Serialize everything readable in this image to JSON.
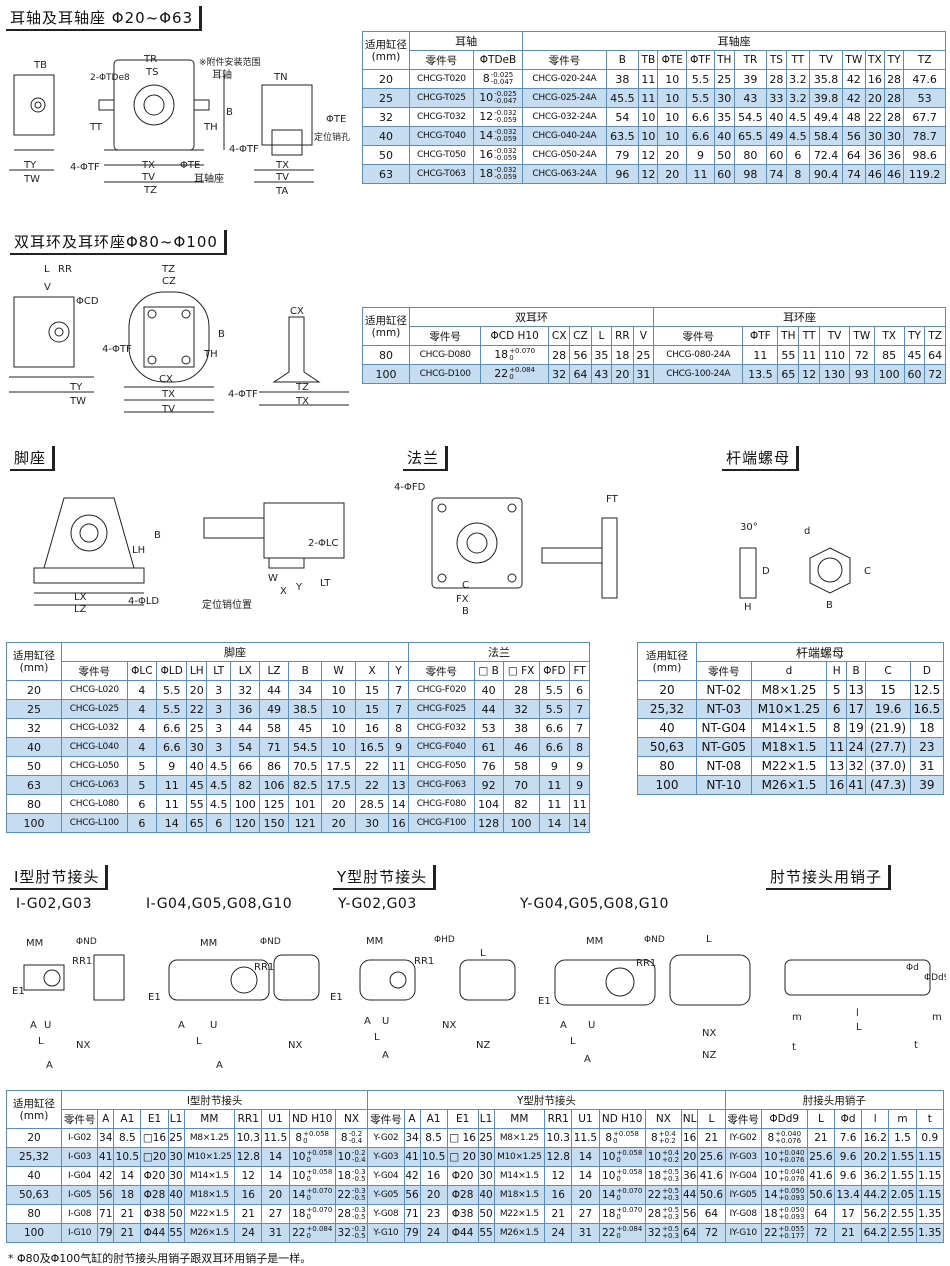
{
  "titles": {
    "s1": "耳轴及耳轴座 Φ20~Φ63",
    "s2": "双耳环及耳环座Φ80~Φ100",
    "s3": "脚座",
    "s4": "法兰",
    "s5": "杆端螺母",
    "s6": "I型肘节接头",
    "s7": "Y型肘节接头",
    "s8": "肘节接头用销子"
  },
  "subtitles": {
    "ig1": "I-G02,G03",
    "ig2": "I-G04,G05,G08,G10",
    "yg1": "Y-G02,G03",
    "yg2": "Y-G04,G05,G08,G10"
  },
  "diagram_labels": {
    "d1": [
      "TB",
      "TR",
      "TS",
      "※附件安装范围",
      "耳轴",
      "TN",
      "2-ΦTDe8",
      "B",
      "TH",
      "TT",
      "ΦTE",
      "TY",
      "TW",
      "4-ΦTF",
      "TX",
      "TV",
      "TZ",
      "ΦTE",
      "耳轴座",
      "4-ΦTF",
      "TX",
      "TV",
      "TA",
      "定位销孔"
    ],
    "d2": [
      "L",
      "RR",
      "V",
      "ΦCD",
      "TZ",
      "CZ",
      "4-ΦTF",
      "TH",
      "B",
      "CX",
      "TY",
      "TW",
      "CX",
      "TX",
      "TV",
      "4-ΦTF",
      "TZ",
      "TX"
    ],
    "d3": [
      "B",
      "LH",
      "LX",
      "LZ",
      "4-ΦLD",
      "2-ΦLC",
      "W",
      "X",
      "Y",
      "LT",
      "定位销位置"
    ],
    "d4": [
      "4-ΦFD",
      "FT",
      "C",
      "FX",
      "B"
    ],
    "d5": [
      "30°",
      "d",
      "D",
      "C",
      "H",
      "B"
    ],
    "d6": [
      "MM",
      "ΦND",
      "RR1",
      "E1",
      "A",
      "U",
      "L",
      "A",
      "NX",
      "MM",
      "ΦND",
      "RR1",
      "E1",
      "A",
      "U",
      "L",
      "A",
      "NX"
    ],
    "d7": [
      "MM",
      "ΦHD",
      "L",
      "RR1",
      "E1",
      "A",
      "U",
      "L",
      "A",
      "NX",
      "NZ",
      "MM",
      "ΦND",
      "RR1",
      "E1",
      "A",
      "U",
      "L",
      "A",
      "NX",
      "NZ",
      "L",
      "l",
      "L",
      "m",
      "m",
      "t",
      "t",
      "Φd",
      "ΦDd9"
    ]
  },
  "t1": {
    "corner": "适用缸径\n(mm)",
    "group1": "耳轴",
    "group2": "耳轴座",
    "cols": [
      "零件号",
      "ΦTDeB",
      "零件号",
      "B",
      "TB",
      "ΦTE",
      "ΦTF",
      "TH",
      "TR",
      "TS",
      "TT",
      "TV",
      "TW",
      "TX",
      "TY",
      "TZ"
    ],
    "rows": [
      {
        "bore": "20",
        "pn": "CHCG-T020",
        "td": "8",
        "tol": [
          "-0.025",
          "-0.047"
        ],
        "pn2": "CHCG-020-24A",
        "v": [
          "38",
          "11",
          "10",
          "5.5",
          "25",
          "39",
          "28",
          "3.2",
          "35.8",
          "42",
          "16",
          "28",
          "47.6"
        ]
      },
      {
        "bore": "25",
        "pn": "CHCG-T025",
        "td": "10",
        "tol": [
          "-0.025",
          "-0.047"
        ],
        "pn2": "CHCG-025-24A",
        "v": [
          "45.5",
          "11",
          "10",
          "5.5",
          "30",
          "43",
          "33",
          "3.2",
          "39.8",
          "42",
          "20",
          "28",
          "53"
        ]
      },
      {
        "bore": "32",
        "pn": "CHCG-T032",
        "td": "12",
        "tol": [
          "-0.032",
          "-0.059"
        ],
        "pn2": "CHCG-032-24A",
        "v": [
          "54",
          "10",
          "10",
          "6.6",
          "35",
          "54.5",
          "40",
          "4.5",
          "49.4",
          "48",
          "22",
          "28",
          "67.7"
        ]
      },
      {
        "bore": "40",
        "pn": "CHCG-T040",
        "td": "14",
        "tol": [
          "-0.032",
          "-0.059"
        ],
        "pn2": "CHCG-040-24A",
        "v": [
          "63.5",
          "10",
          "10",
          "6.6",
          "40",
          "65.5",
          "49",
          "4.5",
          "58.4",
          "56",
          "30",
          "30",
          "78.7"
        ]
      },
      {
        "bore": "50",
        "pn": "CHCG-T050",
        "td": "16",
        "tol": [
          "-0.032",
          "-0.059"
        ],
        "pn2": "CHCG-050-24A",
        "v": [
          "79",
          "12",
          "20",
          "9",
          "50",
          "80",
          "60",
          "6",
          "72.4",
          "64",
          "36",
          "36",
          "98.6"
        ]
      },
      {
        "bore": "63",
        "pn": "CHCG-T063",
        "td": "18",
        "tol": [
          "-0.032",
          "-0.059"
        ],
        "pn2": "CHCG-063-24A",
        "v": [
          "96",
          "12",
          "20",
          "11",
          "60",
          "98",
          "74",
          "8",
          "90.4",
          "74",
          "46",
          "46",
          "119.2"
        ]
      }
    ]
  },
  "t2": {
    "corner": "适用缸径\n(mm)",
    "group1": "双耳环",
    "group2": "耳环座",
    "cols": [
      "零件号",
      "ΦCD H10",
      "CX",
      "CZ",
      "L",
      "RR",
      "V",
      "零件号",
      "ΦTF",
      "TH",
      "TT",
      "TV",
      "TW",
      "TX",
      "TY",
      "TZ"
    ],
    "rows": [
      {
        "bore": "80",
        "pn": "CHCG-D080",
        "cd": "18",
        "tol": [
          "+0.070",
          "0"
        ],
        "v1": [
          "28",
          "56",
          "35",
          "18",
          "25"
        ],
        "pn2": "CHCG-080-24A",
        "v2": [
          "11",
          "55",
          "11",
          "110",
          "72",
          "85",
          "45",
          "64"
        ]
      },
      {
        "bore": "100",
        "pn": "CHCG-D100",
        "cd": "22",
        "tol": [
          "+0.084",
          "0"
        ],
        "v1": [
          "32",
          "64",
          "43",
          "20",
          "31"
        ],
        "pn2": "CHCG-100-24A",
        "v2": [
          "13.5",
          "65",
          "12",
          "130",
          "93",
          "100",
          "60",
          "72"
        ]
      }
    ]
  },
  "t3": {
    "corner": "适用缸径\n(mm)",
    "group1": "脚座",
    "group2": "法兰",
    "cols": [
      "零件号",
      "ΦLC",
      "ΦLD",
      "LH",
      "LT",
      "LX",
      "LZ",
      "B",
      "W",
      "X",
      "Y",
      "零件号",
      "□ B",
      "□ FX",
      "ΦFD",
      "FT"
    ],
    "rows": [
      [
        "20",
        "CHCG-L020",
        "4",
        "5.5",
        "20",
        "3",
        "32",
        "44",
        "34",
        "10",
        "15",
        "7",
        "CHCG-F020",
        "40",
        "28",
        "5.5",
        "6"
      ],
      [
        "25",
        "CHCG-L025",
        "4",
        "5.5",
        "22",
        "3",
        "36",
        "49",
        "38.5",
        "10",
        "15",
        "7",
        "CHCG-F025",
        "44",
        "32",
        "5.5",
        "7"
      ],
      [
        "32",
        "CHCG-L032",
        "4",
        "6.6",
        "25",
        "3",
        "44",
        "58",
        "45",
        "10",
        "16",
        "8",
        "CHCG-F032",
        "53",
        "38",
        "6.6",
        "7"
      ],
      [
        "40",
        "CHCG-L040",
        "4",
        "6.6",
        "30",
        "3",
        "54",
        "71",
        "54.5",
        "10",
        "16.5",
        "9",
        "CHCG-F040",
        "61",
        "46",
        "6.6",
        "8"
      ],
      [
        "50",
        "CHCG-L050",
        "5",
        "9",
        "40",
        "4.5",
        "66",
        "86",
        "70.5",
        "17.5",
        "22",
        "11",
        "CHCG-F050",
        "76",
        "58",
        "9",
        "9"
      ],
      [
        "63",
        "CHCG-L063",
        "5",
        "11",
        "45",
        "4.5",
        "82",
        "106",
        "82.5",
        "17.5",
        "22",
        "13",
        "CHCG-F063",
        "92",
        "70",
        "11",
        "9"
      ],
      [
        "80",
        "CHCG-L080",
        "6",
        "11",
        "55",
        "4.5",
        "100",
        "125",
        "101",
        "20",
        "28.5",
        "14",
        "CHCG-F080",
        "104",
        "82",
        "11",
        "11"
      ],
      [
        "100",
        "CHCG-L100",
        "6",
        "14",
        "65",
        "6",
        "120",
        "150",
        "121",
        "20",
        "30",
        "16",
        "CHCG-F100",
        "128",
        "100",
        "14",
        "14"
      ]
    ]
  },
  "t4": {
    "corner": "适用缸径\n(mm)",
    "group1": "杆端螺母",
    "cols": [
      "零件号",
      "d",
      "H",
      "B",
      "C",
      "D"
    ],
    "rows": [
      [
        "20",
        "NT-02",
        "M8×1.25",
        "5",
        "13",
        "15",
        "12.5"
      ],
      [
        "25,32",
        "NT-03",
        "M10×1.25",
        "6",
        "17",
        "19.6",
        "16.5"
      ],
      [
        "40",
        "NT-G04",
        "M14×1.5",
        "8",
        "19",
        "(21.9)",
        "18"
      ],
      [
        "50,63",
        "NT-G05",
        "M18×1.5",
        "11",
        "24",
        "(27.7)",
        "23"
      ],
      [
        "80",
        "NT-08",
        "M22×1.5",
        "13",
        "32",
        "(37.0)",
        "31"
      ],
      [
        "100",
        "NT-10",
        "M26×1.5",
        "16",
        "41",
        "(47.3)",
        "39"
      ]
    ]
  },
  "t5": {
    "corner": "适用缸径\n(mm)",
    "group1": "I型肘节接头",
    "group2": "Y型肘节接头",
    "group3": "肘接头用销子",
    "cols": [
      "零件号",
      "A",
      "A1",
      "E1",
      "L1",
      "MM",
      "RR1",
      "U1",
      "ND H10",
      "NX",
      "零件号",
      "A",
      "A1",
      "E1",
      "L1",
      "MM",
      "RR1",
      "U1",
      "ND H10",
      "NX",
      "NL",
      "L",
      "零件号",
      "ΦDd9",
      "L",
      "Φd",
      "l",
      "m",
      "t"
    ],
    "rows": [
      {
        "bore": "20",
        "i": [
          "I-G02",
          "34",
          "8.5",
          "□16",
          "25",
          "M8×1.25",
          "10.3",
          "11.5"
        ],
        "ind": "8",
        "indt": [
          "+0.058",
          "0"
        ],
        "inx": "8",
        "inxt": [
          "-0.2",
          "-0.4"
        ],
        "y": [
          "Y-G02",
          "34",
          "8.5",
          "□ 16",
          "25",
          "M8×1.25",
          "10.3",
          "11.5"
        ],
        "ynd": "8",
        "yndt": [
          "+0.058",
          "0"
        ],
        "ynx": "8",
        "ynxt": [
          "+0.4",
          "+0.2"
        ],
        "yr": [
          "16",
          "21"
        ],
        "p": "IY-G02",
        "pd": "8",
        "pdt": [
          "+0.040",
          "+0.076"
        ],
        "pr": [
          "21",
          "7.6",
          "16.2",
          "1.5",
          "0.9"
        ]
      },
      {
        "bore": "25,32",
        "i": [
          "I-G03",
          "41",
          "10.5",
          "□20",
          "30",
          "M10×1.25",
          "12.8",
          "14"
        ],
        "ind": "10",
        "indt": [
          "+0.058",
          "0"
        ],
        "inx": "10",
        "inxt": [
          "-0.2",
          "-0.4"
        ],
        "y": [
          "Y-G03",
          "41",
          "10.5",
          "□ 20",
          "30",
          "M10×1.25",
          "12.8",
          "14"
        ],
        "ynd": "10",
        "yndt": [
          "+0.058",
          "0"
        ],
        "ynx": "10",
        "ynxt": [
          "+0.4",
          "+0.2"
        ],
        "yr": [
          "20",
          "25.6"
        ],
        "p": "IY-G03",
        "pd": "10",
        "pdt": [
          "+0.040",
          "+0.076"
        ],
        "pr": [
          "25.6",
          "9.6",
          "20.2",
          "1.55",
          "1.15"
        ]
      },
      {
        "bore": "40",
        "i": [
          "I-G04",
          "42",
          "14",
          "Φ20",
          "30",
          "M14×1.5",
          "12",
          "14"
        ],
        "ind": "10",
        "indt": [
          "+0.058",
          "0"
        ],
        "inx": "18",
        "inxt": [
          "-0.3",
          "-0.5"
        ],
        "y": [
          "Y-G04",
          "42",
          "16",
          "Φ20",
          "30",
          "M14×1.5",
          "12",
          "14"
        ],
        "ynd": "10",
        "yndt": [
          "+0.058",
          "0"
        ],
        "ynx": "18",
        "ynxt": [
          "+0.5",
          "+0.3"
        ],
        "yr": [
          "36",
          "41.6"
        ],
        "p": "IY-G04",
        "pd": "10",
        "pdt": [
          "+0.040",
          "+0.076"
        ],
        "pr": [
          "41.6",
          "9.6",
          "36.2",
          "1.55",
          "1.15"
        ]
      },
      {
        "bore": "50,63",
        "i": [
          "I-G05",
          "56",
          "18",
          "Φ28",
          "40",
          "M18×1.5",
          "16",
          "20"
        ],
        "ind": "14",
        "indt": [
          "+0.070",
          "0"
        ],
        "inx": "22",
        "inxt": [
          "-0.3",
          "-0.5"
        ],
        "y": [
          "Y-G05",
          "56",
          "20",
          "Φ28",
          "40",
          "M18×1.5",
          "16",
          "20"
        ],
        "ynd": "14",
        "yndt": [
          "+0.070",
          "0"
        ],
        "ynx": "22",
        "ynxt": [
          "+0.5",
          "+0.3"
        ],
        "yr": [
          "44",
          "50.6"
        ],
        "p": "IY-G05",
        "pd": "14",
        "pdt": [
          "+0.050",
          "+0.093"
        ],
        "pr": [
          "50.6",
          "13.4",
          "44.2",
          "2.05",
          "1.15"
        ]
      },
      {
        "bore": "80",
        "i": [
          "I-G08",
          "71",
          "21",
          "Φ38",
          "50",
          "M22×1.5",
          "21",
          "27"
        ],
        "ind": "18",
        "indt": [
          "+0.070",
          "0"
        ],
        "inx": "28",
        "inxt": [
          "-0.3",
          "-0.5"
        ],
        "y": [
          "Y-G08",
          "71",
          "23",
          "Φ38",
          "50",
          "M22×1.5",
          "21",
          "27"
        ],
        "ynd": "18",
        "yndt": [
          "+0.070",
          "0"
        ],
        "ynx": "28",
        "ynxt": [
          "+0.5",
          "+0.3"
        ],
        "yr": [
          "56",
          "64"
        ],
        "p": "IY-G08",
        "pd": "18",
        "pdt": [
          "+0.050",
          "+0.093"
        ],
        "pr": [
          "64",
          "17",
          "56.2",
          "2.55",
          "1.35"
        ]
      },
      {
        "bore": "100",
        "i": [
          "I-G10",
          "79",
          "21",
          "Φ44",
          "55",
          "M26×1.5",
          "24",
          "31"
        ],
        "ind": "22",
        "indt": [
          "+0.084",
          "0"
        ],
        "inx": "32",
        "inxt": [
          "-0.3",
          "-0.5"
        ],
        "y": [
          "Y-G10",
          "79",
          "24",
          "Φ44",
          "55",
          "M26×1.5",
          "24",
          "31"
        ],
        "ynd": "22",
        "yndt": [
          "+0.084",
          "0"
        ],
        "ynx": "32",
        "ynxt": [
          "+0.5",
          "+0.3"
        ],
        "yr": [
          "64",
          "72"
        ],
        "p": "IY-G10",
        "pd": "22",
        "pdt": [
          "+0.055",
          "+0.177"
        ],
        "pr": [
          "72",
          "21",
          "64.2",
          "2.55",
          "1.35"
        ]
      }
    ]
  },
  "footnote": "* Φ80及Φ100气缸的肘节接头用销子跟双耳环用销子是一样。"
}
